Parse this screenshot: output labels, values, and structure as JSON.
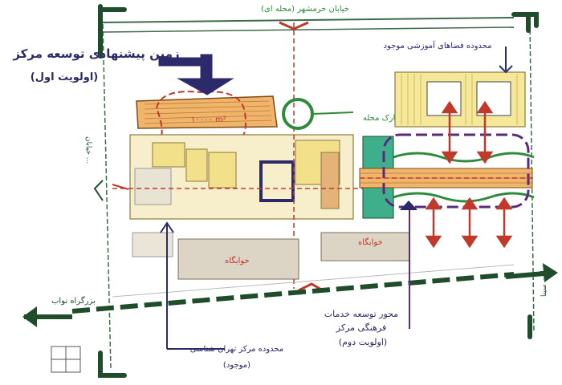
{
  "labels": {
    "street_top": "خیابان خرمشهر (محله ای)",
    "title_line1": "زمین پیشنهادی توسعه مرکز",
    "title_line2": "(اولویت اول)",
    "area_label": "۱۰۰۰۰ m²",
    "park_label": "پارک محله",
    "edu_zone_label": "محدوده فضاهای آموزشی موجود",
    "street_left": "خیابان ...",
    "dorm_left": "خوابگاه",
    "dorm_right": "خوابگاه",
    "highway_left": "بزرگراه نواب",
    "street_right": "خیابان سینا",
    "axis_label_line1": "محور توسعه خدمات",
    "axis_label_line2": "فرهنگی مرکز",
    "axis_label_line3": "(اولویت دوم)",
    "existing_label_line1": "محدوده مرکز تهران شناسی",
    "existing_label_line2": "(موجود)"
  },
  "colors": {
    "dark_green": "#1f4d2c",
    "red": "#c0392b",
    "navy": "#2c2a6b",
    "purple": "#5b2a7a",
    "orange": "#f0b46a",
    "yellow": "#f2e08a",
    "teal": "#3fae8a"
  }
}
